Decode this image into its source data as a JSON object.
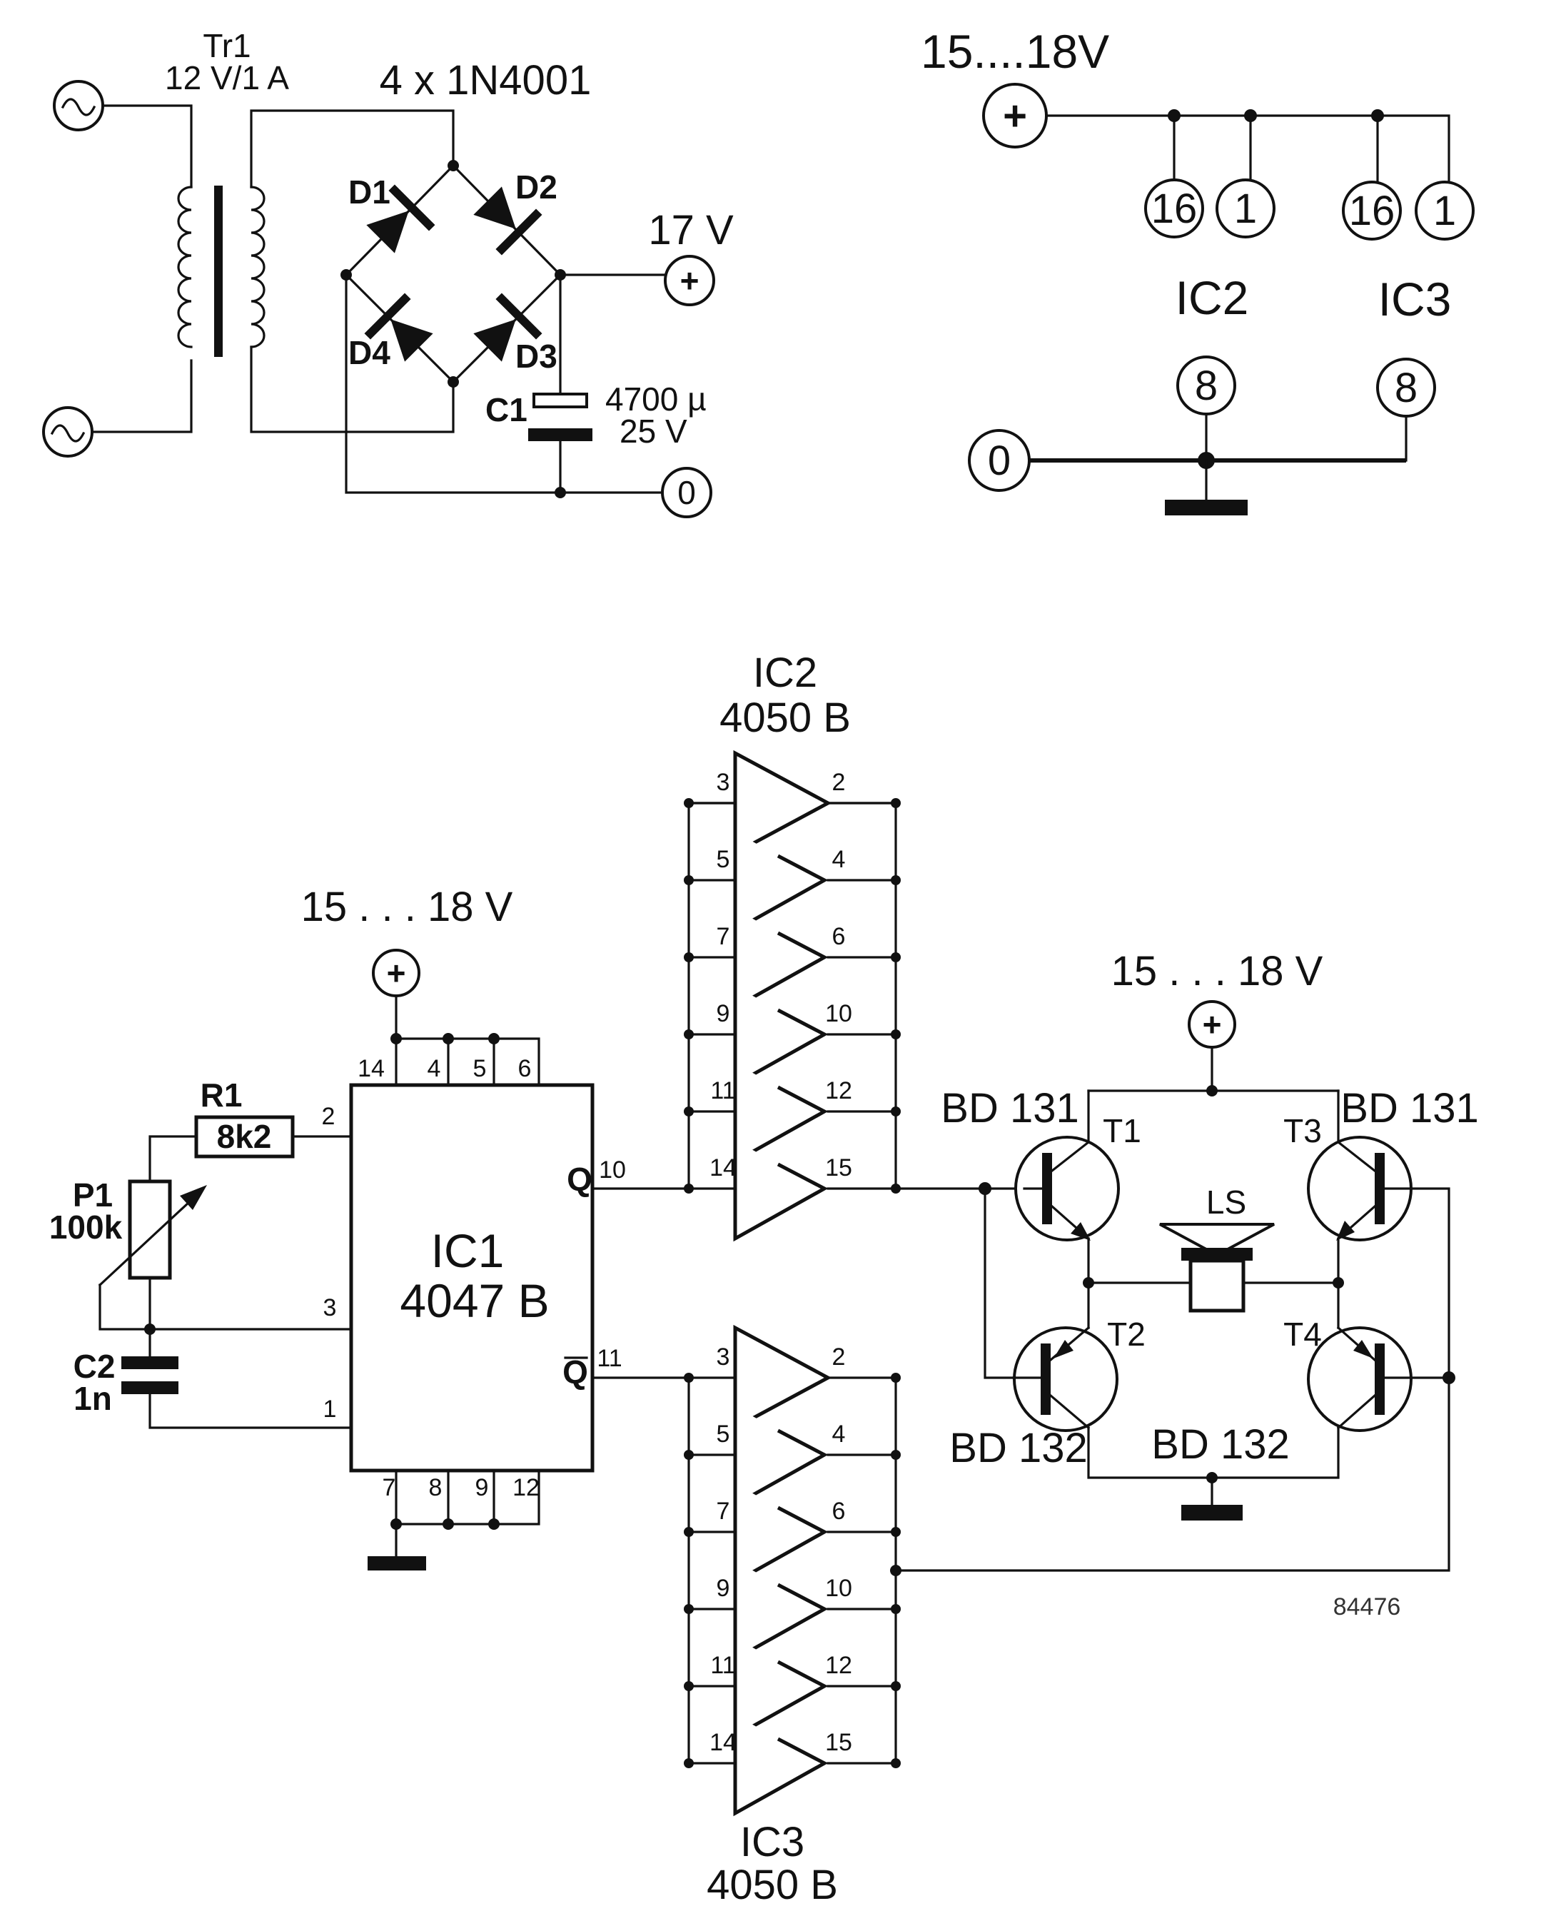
{
  "psu": {
    "transformer": {
      "ref": "Tr1",
      "rating": "12 V/1 A"
    },
    "bridge": {
      "label": "4 x 1N4001",
      "d1": "D1",
      "d2": "D2",
      "d3": "D3",
      "d4": "D4"
    },
    "capacitor": {
      "ref": "C1",
      "value": "4700 µ",
      "voltage": "25 V"
    },
    "out_voltage": "17 V",
    "plus": "+",
    "zero": "0"
  },
  "supply_pins": {
    "voltage": "15....18V",
    "plus": "+",
    "zero": "0",
    "ic2": {
      "label": "IC2",
      "vdd_pin": "16",
      "pin1": "1",
      "vss_pin": "8"
    },
    "ic3": {
      "label": "IC3",
      "vdd_pin": "16",
      "pin1": "1",
      "vss_pin": "8"
    }
  },
  "oscillator": {
    "supply": "15 . . . 18 V",
    "plus": "+",
    "ic1": {
      "ref": "IC1",
      "type": "4047 B"
    },
    "r1": {
      "ref": "R1",
      "value": "8k2"
    },
    "p1": {
      "ref": "P1",
      "value": "100k"
    },
    "c2": {
      "ref": "C2",
      "value": "1n"
    },
    "pins": {
      "p14": "14",
      "p4": "4",
      "p5": "5",
      "p6": "6",
      "p2": "2",
      "p3": "3",
      "p1": "1",
      "p7": "7",
      "p8": "8",
      "p9": "9",
      "p12": "12",
      "q": "Q",
      "q10": "10",
      "qbar": "Q",
      "q11": "11"
    }
  },
  "buffers": {
    "ic2": {
      "ref": "IC2",
      "type": "4050 B"
    },
    "ic3": {
      "ref": "IC3",
      "type": "4050 B"
    },
    "in_pins": [
      "3",
      "5",
      "7",
      "9",
      "11",
      "14"
    ],
    "out_pins": [
      "2",
      "4",
      "6",
      "10",
      "12",
      "15"
    ]
  },
  "bridge_amp": {
    "supply": "15 . . . 18 V",
    "plus": "+",
    "t1": {
      "ref": "T1",
      "type": "BD 131"
    },
    "t2": {
      "ref": "T2",
      "type": "BD 132"
    },
    "t3": {
      "ref": "T3",
      "type": "BD 131"
    },
    "t4": {
      "ref": "T4",
      "type": "BD 132"
    },
    "speaker": "LS"
  },
  "drawing_number": "84476"
}
